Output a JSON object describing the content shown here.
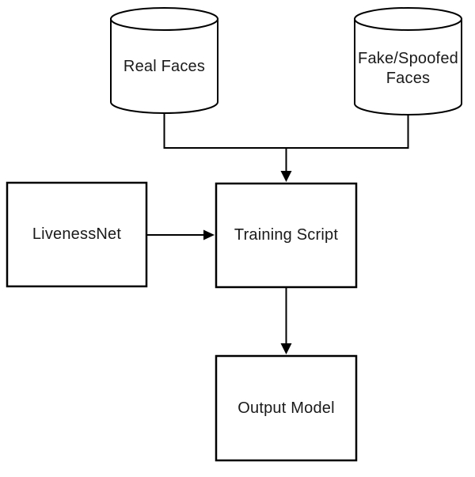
{
  "diagram": {
    "type": "flowchart",
    "colors": {
      "background": "#ffffff",
      "stroke": "#000000",
      "fill": "#ffffff",
      "text": "#1a1a1a"
    },
    "nodes": {
      "real_faces": {
        "label": "Real Faces",
        "shape": "cylinder"
      },
      "fake_spoofed_faces": {
        "label": "Fake/Spoofed Faces",
        "shape": "cylinder"
      },
      "livenessnet": {
        "label": "LivenessNet",
        "shape": "rectangle"
      },
      "training_script": {
        "label": "Training Script",
        "shape": "rectangle"
      },
      "output_model": {
        "label": "Output Model",
        "shape": "rectangle"
      }
    },
    "edges": [
      {
        "from": "real_faces",
        "to": "training_script",
        "arrow": true,
        "style": "merged-with-fake_spoofed_faces"
      },
      {
        "from": "fake_spoofed_faces",
        "to": "training_script",
        "arrow": true,
        "style": "merged-with-real_faces"
      },
      {
        "from": "livenessnet",
        "to": "training_script",
        "arrow": true,
        "style": "straight"
      },
      {
        "from": "training_script",
        "to": "output_model",
        "arrow": true,
        "style": "straight"
      }
    ]
  }
}
